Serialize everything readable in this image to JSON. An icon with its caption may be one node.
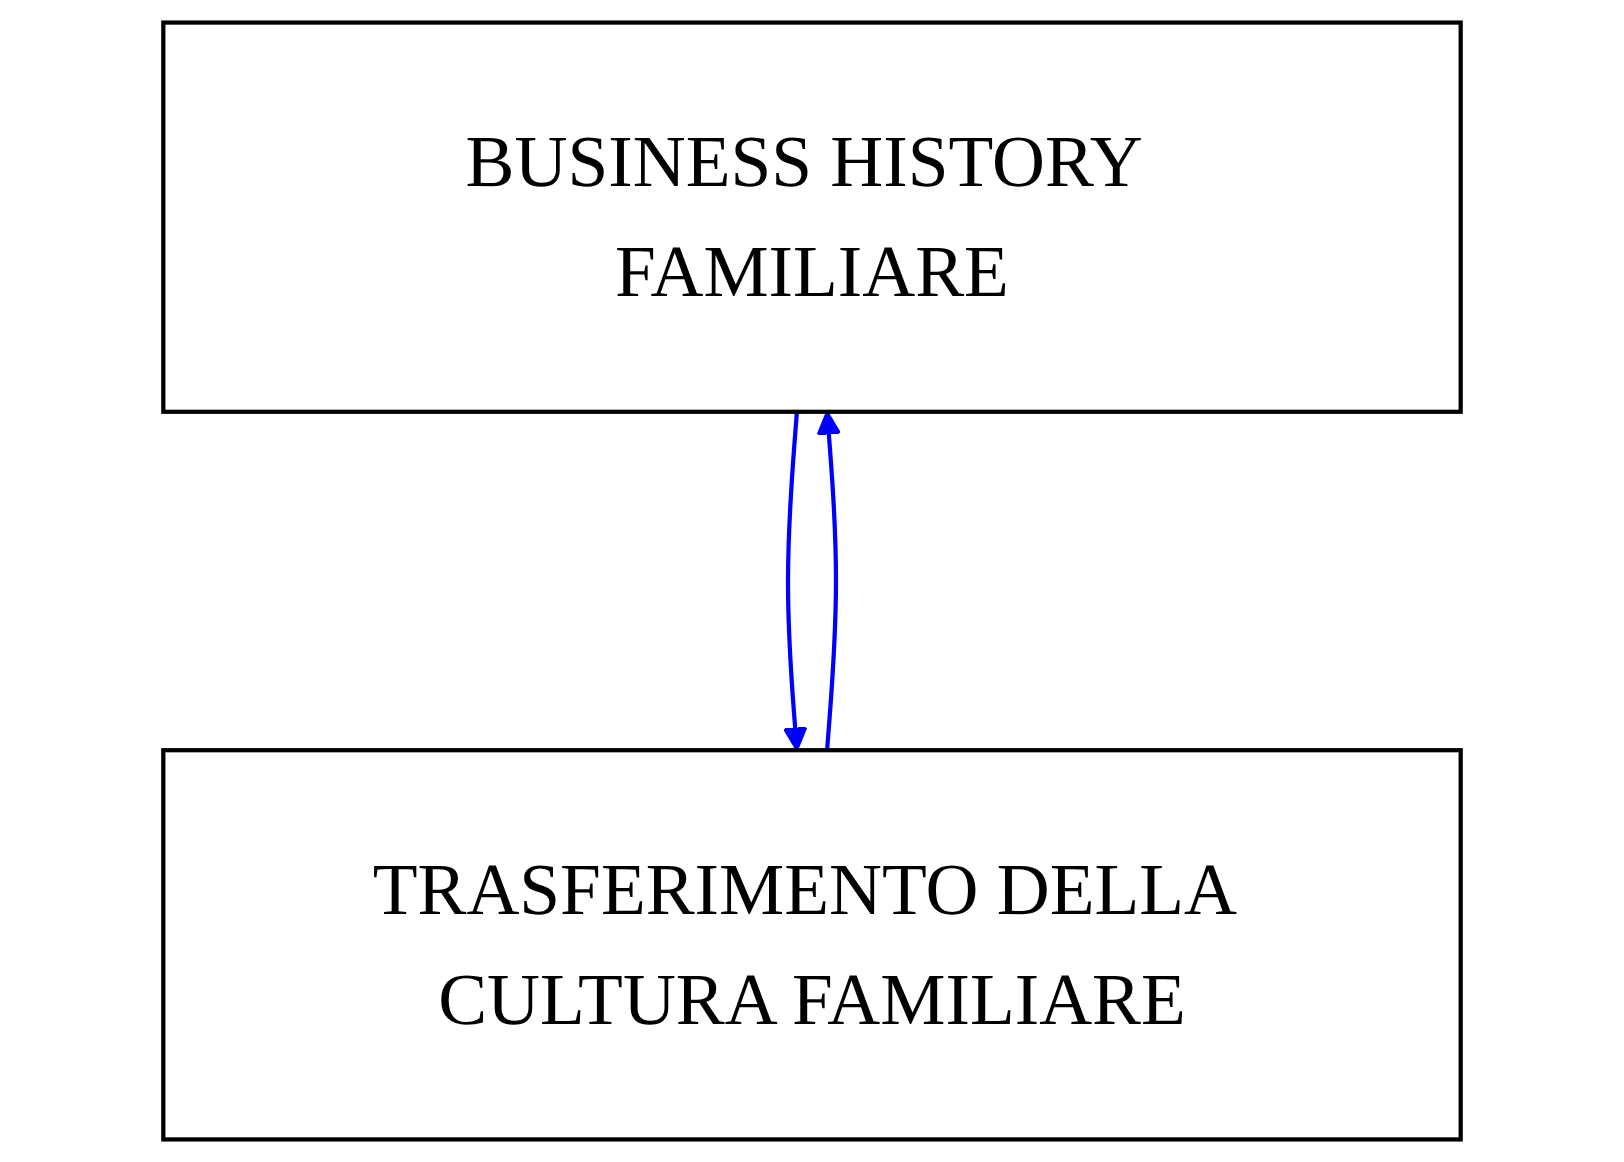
{
  "diagram": {
    "nodes": [
      {
        "text": [
          "BUSINESS HISTORY FAMILIARE"
        ]
      },
      {
        "text": [
          "TRASFERIMENTO DELLA CULTURA FAMILIARE"
        ]
      }
    ],
    "edges": [
      {
        "from": 0,
        "to": 1,
        "arrow": "to",
        "color": "#0000ff"
      },
      {
        "from": 1,
        "to": 0,
        "arrow": "to",
        "color": "#0000ff"
      }
    ]
  }
}
